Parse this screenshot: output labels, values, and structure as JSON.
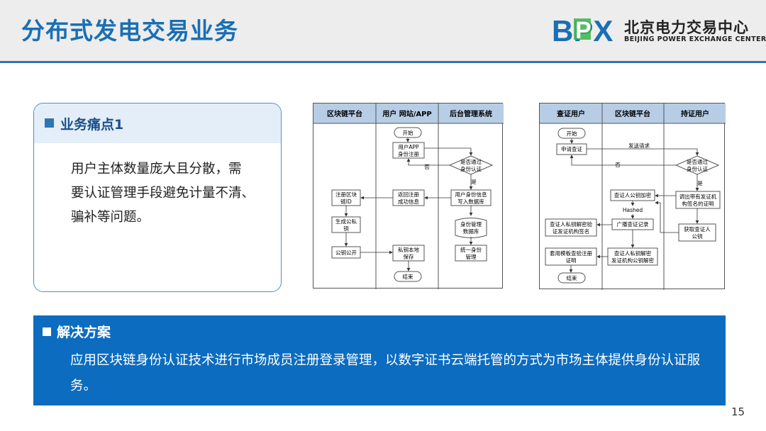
{
  "header": {
    "title": "分布式发电交易业务",
    "logo_mark": "BPX",
    "logo_cn": "北京电力交易中心",
    "logo_en": "BEIJING POWER EXCHANGE CENTER",
    "accent": "#1a6fb4"
  },
  "pain_point": {
    "label": "业务痛点1",
    "lines": [
      "用户主体数量庞大且分散，需",
      "要认证管理手段避免计量不清、",
      "骗补等问题。"
    ]
  },
  "flow1": {
    "lanes": [
      "区块链平台",
      "用户 网站/APP",
      "后台管理系统"
    ],
    "nodes": {
      "start": "开始",
      "reg1": "用户APP",
      "reg2": "身份注册",
      "auth1": "是否通过",
      "auth2": "身份认证",
      "no": "否",
      "yes": "是",
      "ret1": "返回注册",
      "ret2": "成功信息",
      "write1": "用户身份信息",
      "write2": "写入数据库",
      "chainid1": "注册区块",
      "chainid2": "链ID",
      "keys1": "生成公私",
      "keys2": "钥",
      "db1": "身份管理",
      "db2": "数据库",
      "pub": "公钥公开",
      "priv1": "私钥本地",
      "priv2": "保存",
      "uni1": "统一身份",
      "uni2": "管理",
      "end": "结束"
    }
  },
  "flow2": {
    "lanes": [
      "查证用户",
      "区块链平台",
      "持证用户"
    ],
    "nodes": {
      "start": "开始",
      "req": "申请查证",
      "send": "发送请求",
      "auth1": "是否通过",
      "auth2": "身份认证",
      "no": "否",
      "yes": "是",
      "enc": "查证人公钥加密",
      "call1": "调出带有发证机",
      "call2": "构签名的证明",
      "hashed": "Hashed",
      "broadcast": "广播查证记录",
      "dec1": "查证人私钥解密验",
      "dec2": "证发证机构签名",
      "get1": "获取查证人",
      "get2": "公钥",
      "tpl1": "套用模板查验注册",
      "tpl2": "证明",
      "pubdec1": "查证人私钥解密",
      "pubdec2": "发证机构公钥解密",
      "end": "结束"
    }
  },
  "solution": {
    "label": "解决方案",
    "text": "应用区块链身份认证技术进行市场成员注册登录管理，以数字证书云端托管的方式为市场主体提供身份认证服务。"
  },
  "page_number": "15"
}
